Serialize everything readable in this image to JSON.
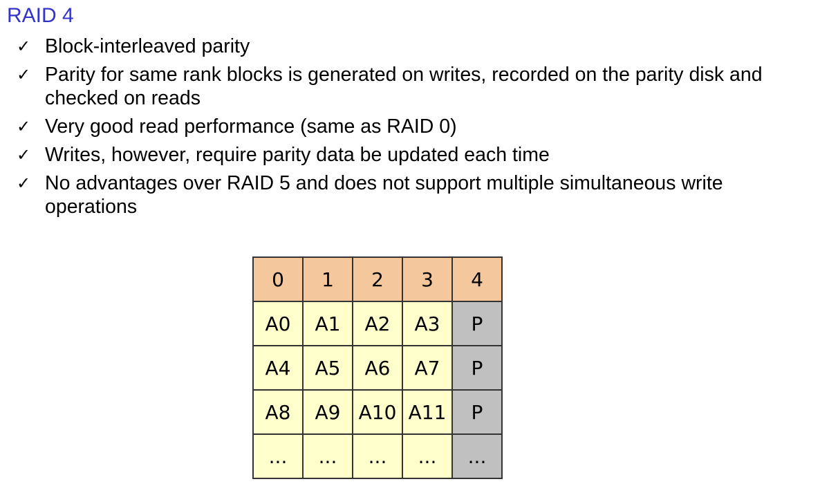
{
  "slide": {
    "title": "RAID 4",
    "check_icon": "✓",
    "bullets": [
      "Block-interleaved parity",
      "Parity for same rank blocks is generated on writes, recorded on the parity disk and checked on reads",
      "Very good read performance (same as RAID 0)",
      "Writes, however, require parity data be updated each time",
      "No advantages over RAID 5 and does not support multiple simultaneous write operations"
    ]
  },
  "raid_table": {
    "colors": {
      "header": "#f5c79d",
      "data": "#ffffcc",
      "parity": "#c0c0c0",
      "title": "#3333cc"
    },
    "headers": [
      "0",
      "1",
      "2",
      "3",
      "4"
    ],
    "rows": [
      [
        "A0",
        "A1",
        "A2",
        "A3",
        "P"
      ],
      [
        "A4",
        "A5",
        "A6",
        "A7",
        "P"
      ],
      [
        "A8",
        "A9",
        "A10",
        "A11",
        "P"
      ],
      [
        "...",
        "...",
        "...",
        "...",
        "..."
      ]
    ]
  }
}
